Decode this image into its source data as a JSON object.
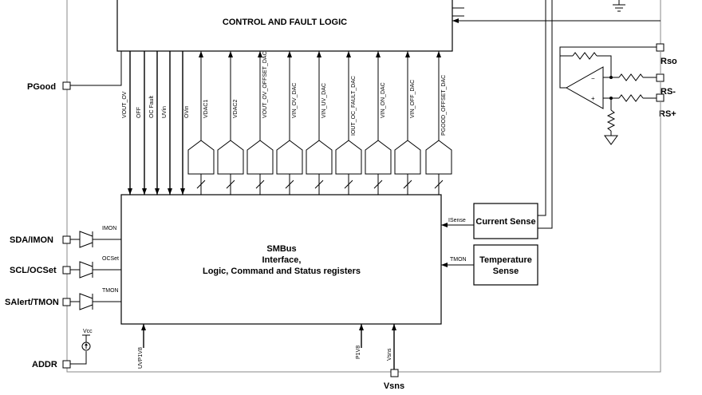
{
  "blocks": {
    "control": "CONTROL AND FAULT LOGIC",
    "smbus": [
      "SMBus",
      "Interface,",
      "Logic, Command and Status registers"
    ],
    "current_sense": "Current Sense",
    "temperature_sense": [
      "Temperature",
      "Sense"
    ]
  },
  "pins": {
    "pgood": "PGood",
    "sda": "SDA/IMON",
    "scl": "SCL/OCSet",
    "salert": "SAlert/TMON",
    "addr": "ADDR",
    "vsns": "Vsns",
    "rso": "Rso",
    "rs_minus": "RS-",
    "rs_plus": "RS+"
  },
  "fault_signals": [
    "VOUT_OV",
    "OFF",
    "OC Fault",
    "UVin",
    "OVin"
  ],
  "dac_signals": [
    "VDAC1",
    "VDAC2",
    "VOUT_OV_OFFSET_DAC",
    "VIN_OV_DAC",
    "VIN_UV_DAC",
    "IOUT_OC_FAULT_DAC",
    "VIN_ON_DAC",
    "VIN_OFF_DAC",
    "PGOOD_OFFSET_DAC"
  ],
  "buffer_labels": {
    "imon": "IMON",
    "ocset": "OCSet",
    "tmon": "TMON"
  },
  "sense_labels": {
    "isense": "ISense",
    "tmon": "TMON"
  },
  "bottom_labels": {
    "uvp1v8": "UVP1V8",
    "p1v8": "P1V8",
    "vsns_inner": "Vsns"
  },
  "addr_supply": "Vcc"
}
